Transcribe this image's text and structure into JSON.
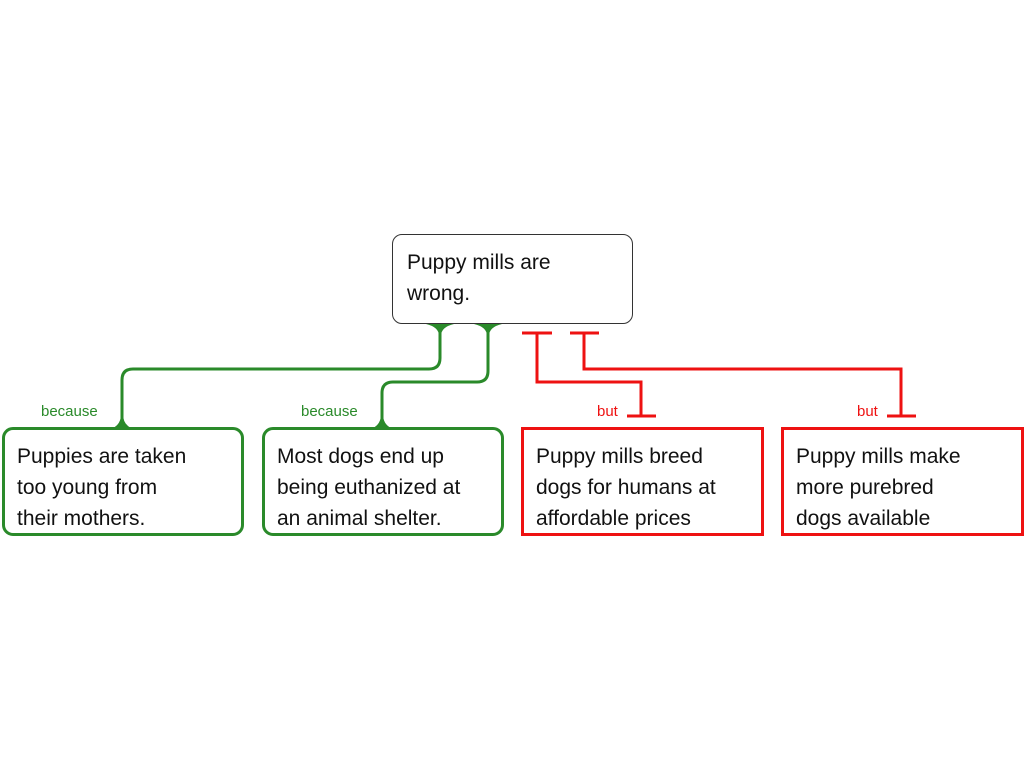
{
  "colors": {
    "support": "#2a8a2a",
    "oppose": "#ee1111",
    "claim_border": "#333333"
  },
  "claim": {
    "text": "Puppy mills are\nwrong."
  },
  "reasons": [
    {
      "text": "Puppies are taken\ntoo young from\ntheir mothers.",
      "connector": "because"
    },
    {
      "text": "Most dogs end up\nbeing euthanized at\nan animal shelter.",
      "connector": "because"
    }
  ],
  "objections": [
    {
      "text": "Puppy mills breed\ndogs for humans at\naffordable prices",
      "connector": "but"
    },
    {
      "text": "Puppy mills make\nmore purebred\ndogs available",
      "connector": "but"
    }
  ]
}
